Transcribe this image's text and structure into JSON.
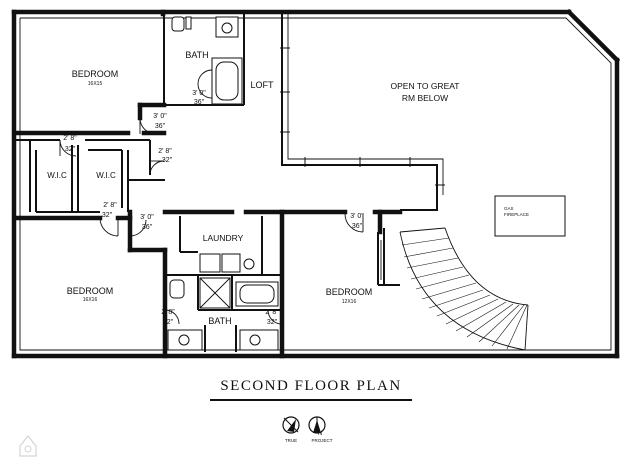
{
  "title": "SECOND FLOOR PLAN",
  "rooms": {
    "bedroom_nw": {
      "name": "BEDROOM",
      "size": "16X15"
    },
    "bath_top": {
      "name": "BATH"
    },
    "loft": {
      "name": "LOFT"
    },
    "open_to_great": {
      "line1": "OPEN TO GREAT",
      "line2": "RM BELOW"
    },
    "wic_left": {
      "name": "W.I.C"
    },
    "wic_right": {
      "name": "W.I.C"
    },
    "laundry": {
      "name": "LAUNDRY"
    },
    "bedroom_sw": {
      "name": "BEDROOM",
      "size": "16X16"
    },
    "bath_bottom": {
      "name": "BATH"
    },
    "bedroom_se": {
      "name": "BEDROOM",
      "size": "12X16"
    },
    "fireplace": {
      "line1": "GAS",
      "line2": "FIREPLACE"
    }
  },
  "doors": [
    {
      "id": "bath-tub",
      "size": "3' 0\"",
      "width": "36\""
    },
    {
      "id": "bed-nw",
      "size": "3' 0\"",
      "width": "36\""
    },
    {
      "id": "wic-left",
      "size": "2' 8\"",
      "width": "32\""
    },
    {
      "id": "wic-right",
      "size": "2' 8\"",
      "width": "32\""
    },
    {
      "id": "hall-sw",
      "size": "2' 8\"",
      "width": "32\""
    },
    {
      "id": "bed-sw",
      "size": "3' 0\"",
      "width": "36\""
    },
    {
      "id": "bed-se",
      "size": "3' 0\"",
      "width": "36\""
    },
    {
      "id": "bath-left",
      "size": "2' 8\"",
      "width": "32\""
    },
    {
      "id": "bath-right",
      "size": "2' 8\"",
      "width": "32\""
    }
  ],
  "north_arrows": {
    "true_label": "TRUE",
    "project_label": "PROJECT",
    "n": "N"
  }
}
